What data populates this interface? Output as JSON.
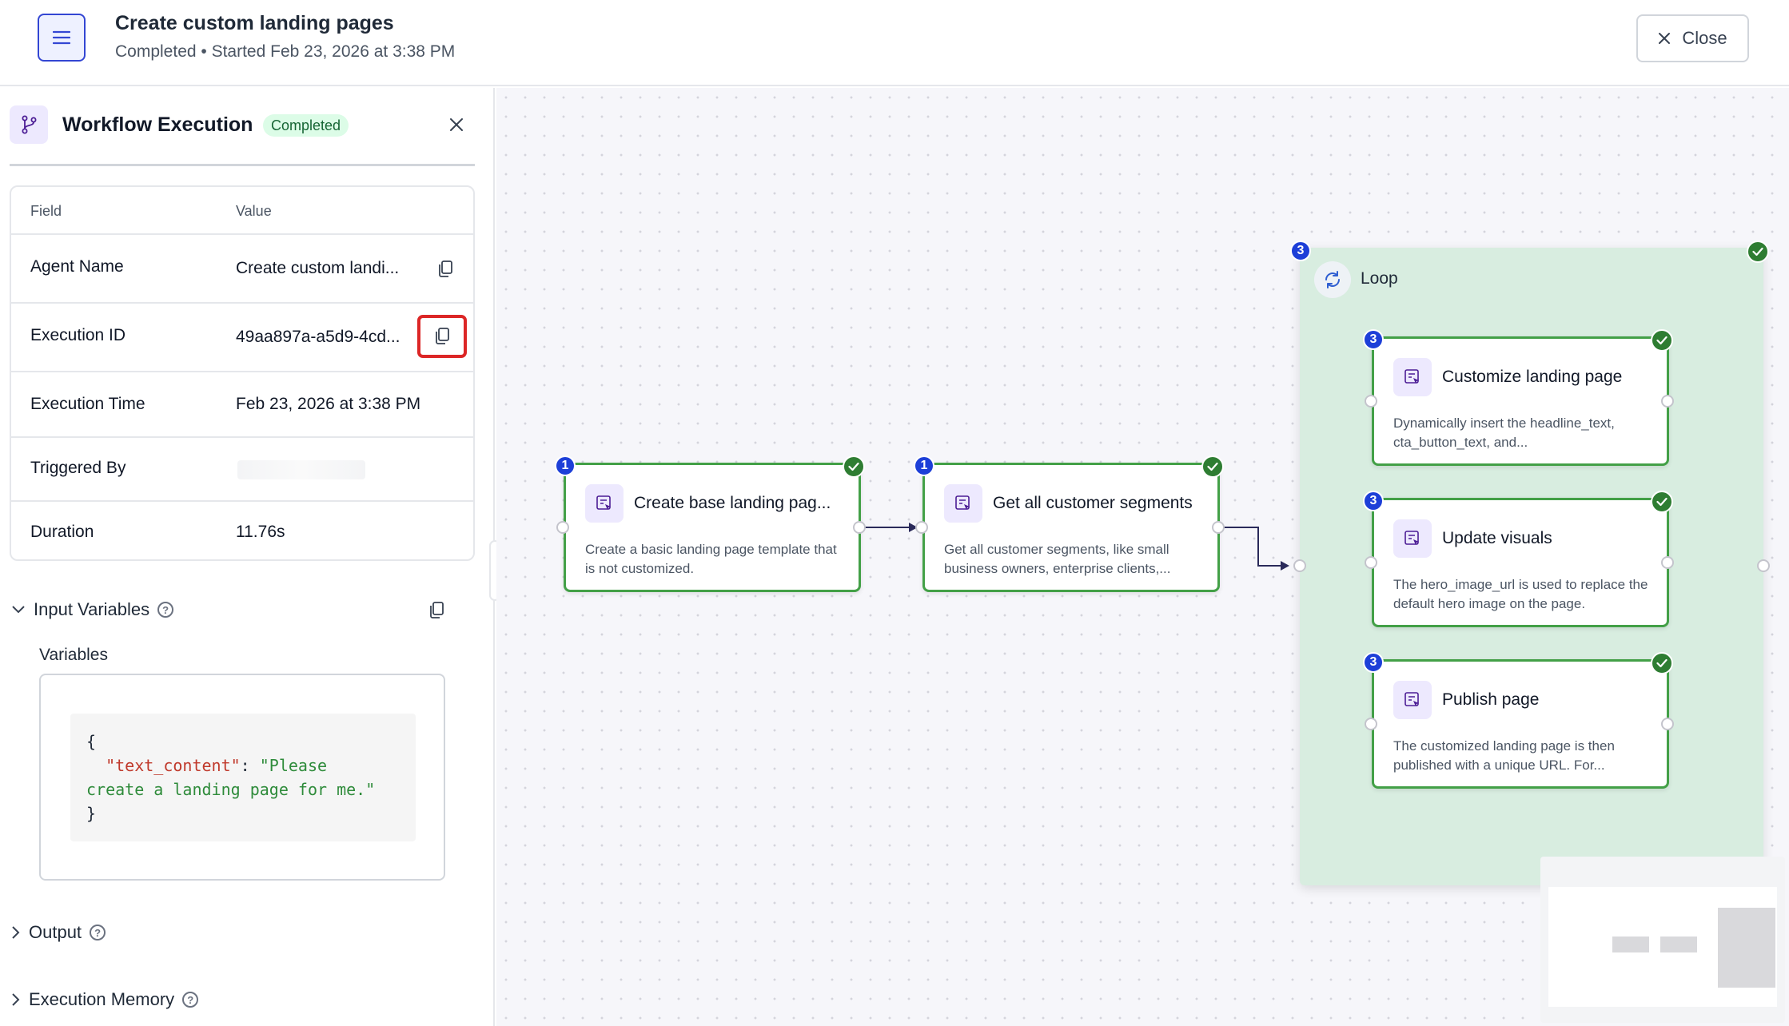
{
  "header": {
    "title": "Create custom landing pages",
    "subtitle": "Completed • Started Feb 23, 2026 at 3:38 PM",
    "close_label": "Close"
  },
  "panel": {
    "title": "Workflow Execution",
    "status": "Completed",
    "table": {
      "col_field": "Field",
      "col_value": "Value",
      "rows": [
        {
          "field": "Agent Name",
          "value": "Create custom landi..."
        },
        {
          "field": "Execution ID",
          "value": "49aa897a-a5d9-4cd..."
        },
        {
          "field": "Execution Time",
          "value": "Feb 23, 2026 at 3:38 PM"
        },
        {
          "field": "Triggered By",
          "value": ""
        },
        {
          "field": "Duration",
          "value": "11.76s"
        }
      ]
    },
    "sections": {
      "input_variables": "Input Variables",
      "variables_label": "Variables",
      "output": "Output",
      "execution_memory": "Execution Memory"
    },
    "code": {
      "open": "{",
      "key": "\"text_content\"",
      "colon": ": ",
      "value_line1": "\"Please",
      "value_line2": "create a landing page for me.\"",
      "close": "}"
    }
  },
  "canvas": {
    "loop": {
      "label": "Loop",
      "badge": "3"
    },
    "nodes": [
      {
        "badge": "1",
        "title": "Create base landing pag...",
        "desc": "Create a basic landing page template that is not customized."
      },
      {
        "badge": "1",
        "title": "Get all customer segments",
        "desc": "Get all customer segments, like small business owners, enterprise clients,..."
      },
      {
        "badge": "3",
        "title": "Customize landing page",
        "desc": "Dynamically insert the headline_text, cta_button_text, and..."
      },
      {
        "badge": "3",
        "title": "Update visuals",
        "desc": "The hero_image_url is used to replace the default hero image on the page."
      },
      {
        "badge": "3",
        "title": "Publish page",
        "desc": "The customized landing page is then published with a unique URL. For..."
      }
    ]
  },
  "colors": {
    "accent": "#1d3fd8",
    "success": "#43a047",
    "loop_bg": "#d8ede0",
    "highlight": "#dc2626"
  }
}
